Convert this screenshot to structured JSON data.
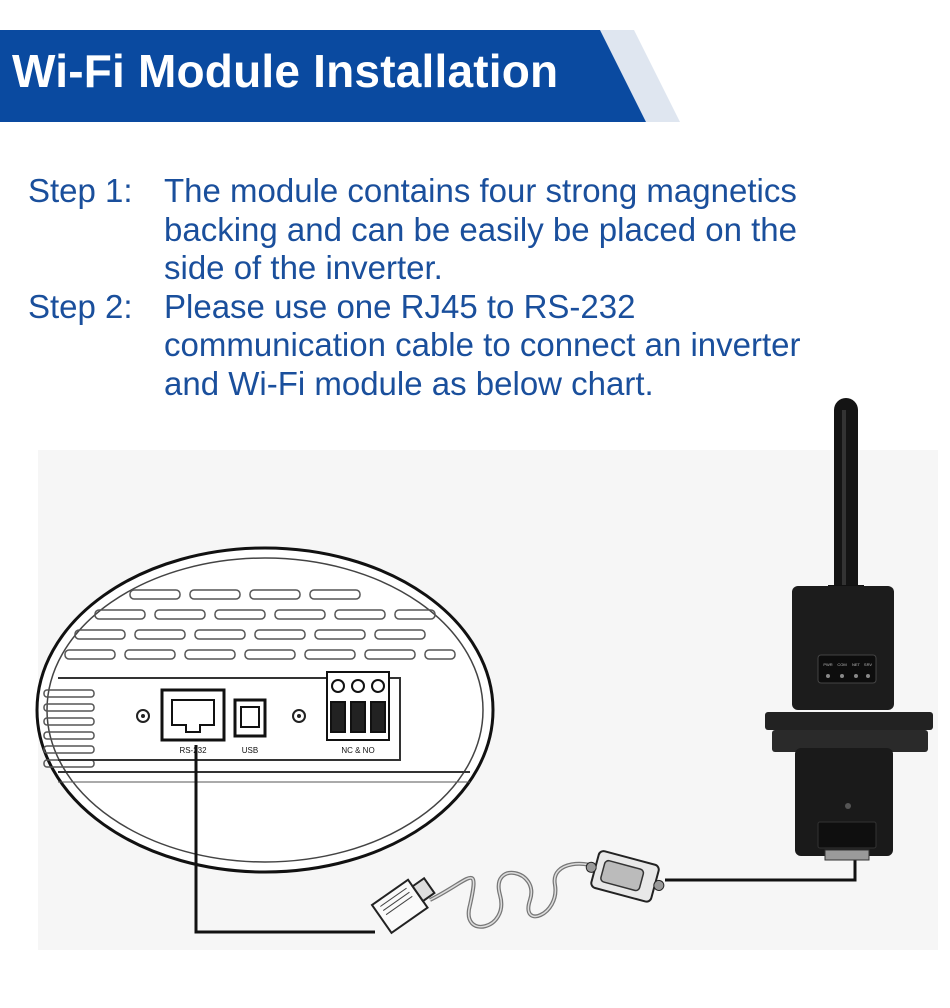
{
  "header": {
    "title": "Wi-Fi Module Installation",
    "banner_color": "#0a4aa0",
    "accent_color": "#dfe6f0"
  },
  "steps": [
    {
      "label": "Step 1:",
      "text": "The module contains four strong magnetics\nbacking and can be easily be placed on the\nside of the inverter."
    },
    {
      "label": "Step 2:",
      "text": "Please use one RJ45 to RS-232\ncommunication cable to connect an inverter\nand Wi-Fi module as below chart."
    }
  ],
  "illustration": {
    "port_labels": [
      "RS-232",
      "USB",
      "NC & NO"
    ],
    "led_labels": [
      "PWR",
      "COM",
      "NET",
      "SRV"
    ]
  },
  "colors": {
    "text_blue": "#1a4f9c",
    "module_body": "#1c1c1c"
  }
}
